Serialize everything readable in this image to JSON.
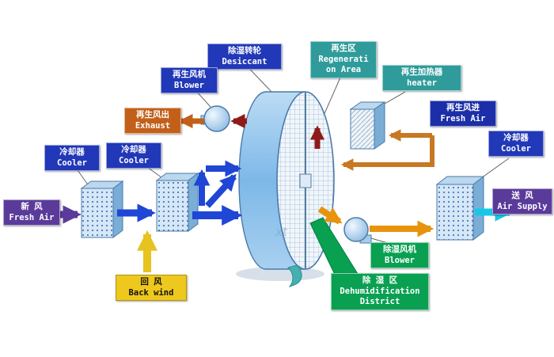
{
  "labels": {
    "desiccant": {
      "zh": "除湿转轮",
      "en": "Desiccant"
    },
    "regen_area": {
      "zh": "再生区",
      "en1": "Regenerati",
      "en2": "on Area"
    },
    "regen_blower": {
      "zh": "再生风机",
      "en": "Blower"
    },
    "regen_heater": {
      "zh": "再生加热器",
      "en": "heater"
    },
    "exhaust": {
      "zh": "再生风出",
      "en": "Exhaust"
    },
    "cooler_left_1": {
      "zh": "冷却器",
      "en": "Cooler"
    },
    "cooler_left_2": {
      "zh": "冷却器",
      "en": "Cooler"
    },
    "regen_fresh_air": {
      "zh": "再生风进",
      "en": "Fresh Air"
    },
    "cooler_right": {
      "zh": "冷却器",
      "en": "Cooler"
    },
    "fresh_air": {
      "zh": "新  风",
      "en": "Fresh Air"
    },
    "back_wind": {
      "zh": "回  风",
      "en": "Back wind"
    },
    "dehumid_blower": {
      "zh": "除湿风机",
      "en": "Blower"
    },
    "dehumid_district": {
      "zh": "除 湿 区",
      "en1": "Dehumidification",
      "en2": "District"
    },
    "air_supply": {
      "zh": "送  风",
      "en": "Air Supply"
    }
  },
  "watermark": "xt",
  "colors": {
    "label_blue": "#2138b8",
    "label_navy": "#1c2fa8",
    "label_teal": "#2f9b9b",
    "label_orange": "#c2601a",
    "label_purple": "#5a3b9a",
    "label_yellow": "#eec81c",
    "label_green": "#0aa052",
    "flow_blue": "#1f46d4",
    "flow_cyan": "#16c8e8",
    "flow_orange": "#e8930c",
    "flow_maroon": "#8f1a1a"
  }
}
